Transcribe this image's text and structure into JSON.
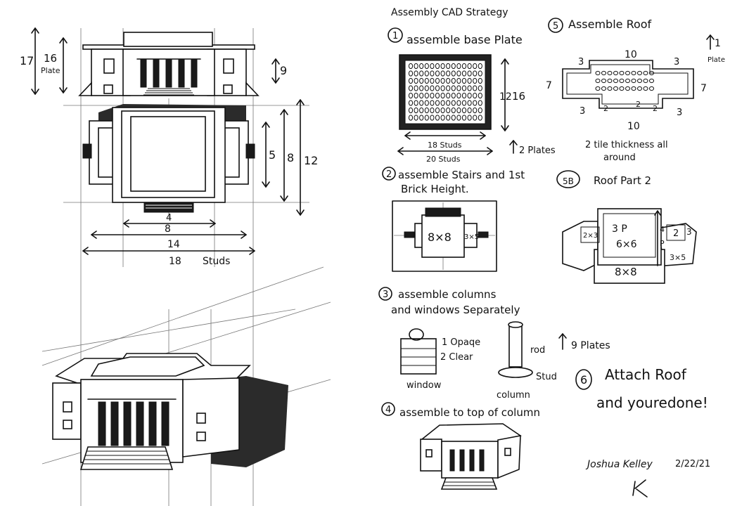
{
  "title": "Assembly CAD Strategy",
  "front_elevation": {
    "dims": [
      "17",
      "16",
      "Plate",
      "9"
    ]
  },
  "plan_view": {
    "dims_vertical": [
      "5",
      "8",
      "12"
    ],
    "dims_horizontal": [
      "4",
      "8",
      "14",
      "18",
      "Studs"
    ]
  },
  "steps": {
    "step1": {
      "num": "1",
      "label": "assemble base Plate",
      "dims": [
        "12",
        "16"
      ],
      "studs_inner": "18 Studs",
      "studs_outer": "20 Studs",
      "plates": "2 Plates"
    },
    "step2": {
      "num": "2",
      "label_line1": "assemble Stairs and 1st",
      "label_line2": "Brick Height.",
      "center": "8×8",
      "side": "3×5"
    },
    "step3": {
      "num": "3",
      "label_line1": "assemble columns",
      "label_line2": "and windows Separately",
      "window_note1": "1 Opaqe",
      "window_note2": "2 Clear",
      "window_label": "window",
      "rod": "rod",
      "stud": "Stud",
      "column": "column",
      "plates": "9 Plates"
    },
    "step4": {
      "num": "4",
      "label": "assemble to top of column"
    },
    "step5": {
      "num": "5",
      "label": "Assemble Roof",
      "top": "10",
      "corner_left": "3",
      "corner_right": "3",
      "side_left": "7",
      "side_right": "7",
      "bottom_left": "3",
      "bottom_right": "3",
      "inner_left": "2",
      "inner_mid": "2",
      "inner_right": "2",
      "bottom": "10",
      "plate_count": "1",
      "plate_word": "Plate",
      "note_line1": "2 tile thickness all",
      "note_line2": "around"
    },
    "step5b": {
      "num": "5B",
      "label": "Roof Part 2",
      "center_line1": "3 P",
      "center_line2": "6×6",
      "left": "2×3",
      "right_top": "2",
      "right_side": "3",
      "side_p_num": "4",
      "side_p": "P",
      "right_bottom": "3×5",
      "bottom": "8×8"
    },
    "step6": {
      "num": "6",
      "label_line1": "Attach Roof",
      "label_line2": "and youredone!"
    }
  },
  "signature": {
    "name": "Joshua Kelley",
    "date": "2/22/21"
  }
}
